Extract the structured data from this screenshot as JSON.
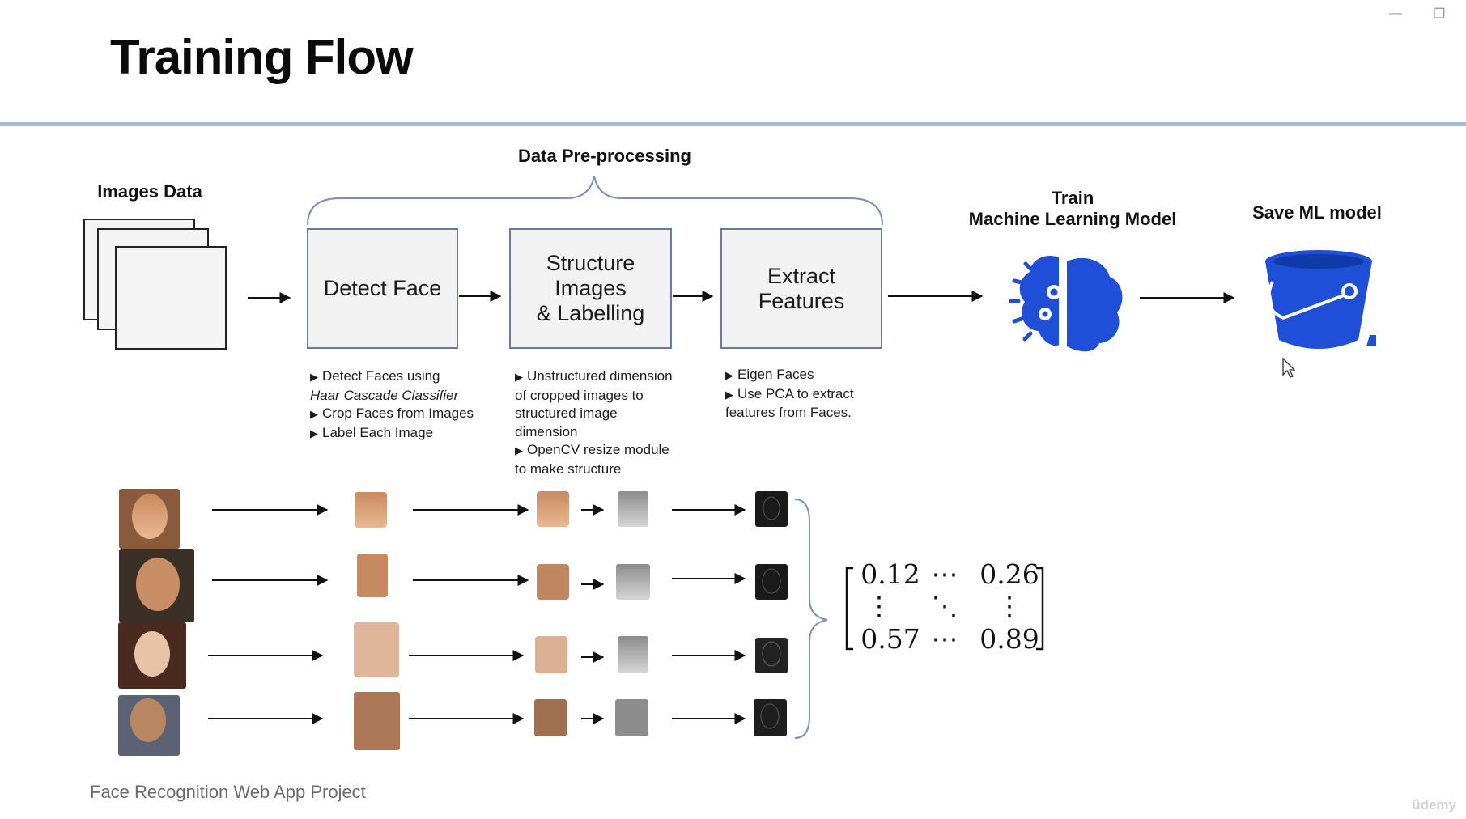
{
  "slide": {
    "title": "Training Flow",
    "footer": "Face Recognition Web App Project",
    "watermark": "ûdemy"
  },
  "labels": {
    "images_data": "Images Data",
    "preprocessing": "Data Pre-processing",
    "train_line1": "Train",
    "train_line2": "Machine Learning Model",
    "save_model": "Save ML model"
  },
  "boxes": {
    "detect": "Detect Face",
    "structure": "Structure\nImages\n& Labelling",
    "extract": "Extract\nFeatures"
  },
  "notes": {
    "detect": [
      "Detect Faces using",
      "Haar Cascade Classifier",
      "Crop Faces from Images",
      "Label Each Image"
    ],
    "structure": [
      "Unstructured dimension",
      "of cropped images to",
      "structured image",
      "dimension",
      "OpenCV resize module",
      "to make structure"
    ],
    "extract": [
      "Eigen Faces",
      "Use PCA to extract",
      "features from Faces."
    ]
  },
  "matrix": {
    "top_left": "0.12",
    "top_mid": "⋯",
    "top_right": "0.26",
    "mid_left": "⋮",
    "mid_mid": "⋱",
    "mid_right": "⋮",
    "bot_left": "0.57",
    "bot_mid": "⋯",
    "bot_right": "0.89"
  },
  "window_controls": {
    "minimize": "—",
    "restore": "❐"
  },
  "icons": [
    "brain-gear-icon",
    "bucket-icon",
    "mouse-cursor-icon",
    "document-stack-icon"
  ],
  "colors": {
    "header_rule": "#a8b9d8",
    "box_fill": "#f2f2f2",
    "box_border": "#6b7a99",
    "icon_blue": "#1e4fd6",
    "brace": "#7c8fb8"
  }
}
